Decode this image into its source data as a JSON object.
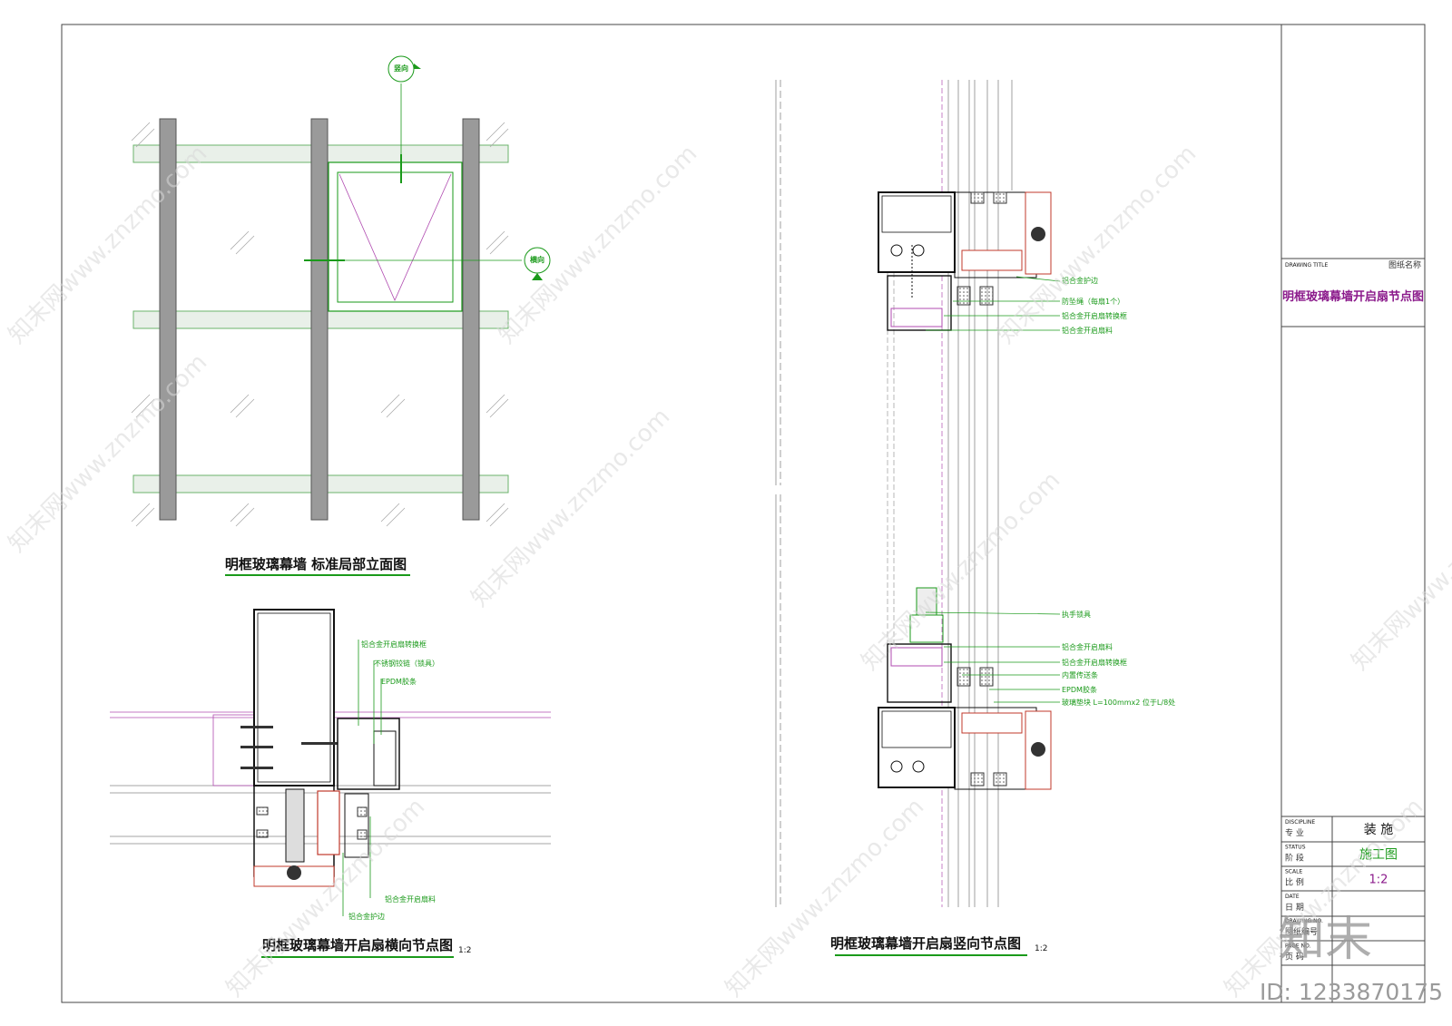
{
  "elevation": {
    "title": "明框玻璃幕墙 标准局部立面图",
    "marker_vertical": "竖向",
    "marker_horizontal": "横向"
  },
  "horizontal_node": {
    "title": "明框玻璃幕墙开启扇横向节点图",
    "scale": "1:2",
    "labels": [
      "铝合金开启扇转换框",
      "不锈钢铰链（锁具）",
      "EPDM胶条",
      "铝合金开启扇料",
      "铝合金护边"
    ]
  },
  "vertical_node": {
    "title": "明框玻璃幕墙开启扇竖向节点图",
    "scale": "1:2",
    "labels_top": [
      "铝合金护边",
      "防坠绳（每扇1个）",
      "铝合金开启扇转换框",
      "铝合金开启扇料"
    ],
    "labels_bottom": [
      "执手锁具",
      "铝合金开启扇料",
      "铝合金开启扇转换框",
      "内置传送条",
      "EPDM胶条",
      "玻璃垫块 L=100mmx2 位于L/8处"
    ]
  },
  "title_block": {
    "drawing_title_en": "DRAWING TITLE",
    "drawing_title_cn": "图纸名称",
    "drawing_title_value": "明框玻璃幕墙开启扇节点图",
    "rows": [
      {
        "en": "DISCIPLINE",
        "cn": "专 业",
        "value": "装 施",
        "style": "tb-val"
      },
      {
        "en": "STATUS",
        "cn": "阶 段",
        "value": "施工图",
        "style": "tb-green"
      },
      {
        "en": "SCALE",
        "cn": "比 例",
        "value": "1:2",
        "style": "tb-scale"
      },
      {
        "en": "DATE",
        "cn": "日 期",
        "value": "",
        "style": "tb-val"
      },
      {
        "en": "DRAWING NO.",
        "cn": "图纸编号",
        "value": "",
        "style": "tb-val"
      },
      {
        "en": "PAGE NO.",
        "cn": "页 码",
        "value": "",
        "style": "tb-val"
      }
    ]
  },
  "watermark": {
    "text": "知末网www.znzmo.com",
    "logo": "知末",
    "id": "ID: 1233870175"
  },
  "colors": {
    "line": "#111111",
    "green": "#1a9a1a",
    "magenta": "#b04bb0",
    "red": "#c0392b",
    "grey": "#8a8a8a"
  }
}
